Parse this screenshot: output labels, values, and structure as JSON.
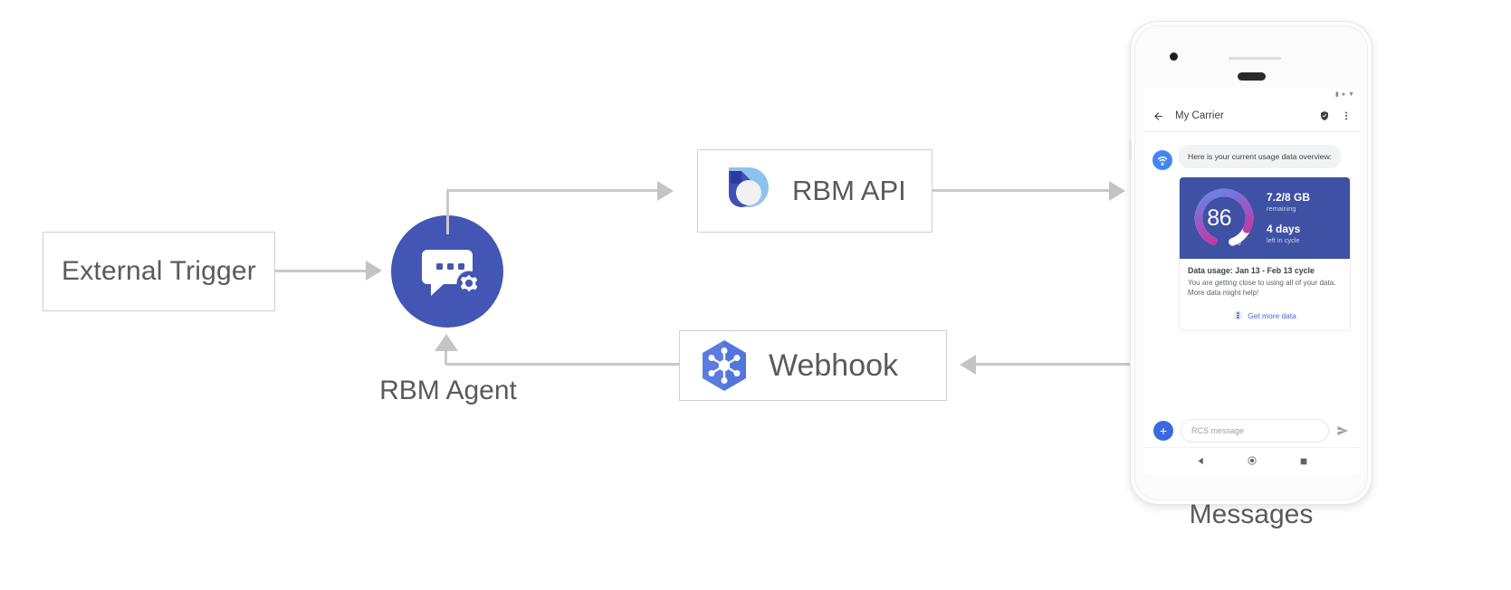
{
  "diagram": {
    "nodes": {
      "external_trigger": {
        "label": "External Trigger"
      },
      "rbm_agent": {
        "label": "RBM Agent",
        "icon": "chat-gear-icon"
      },
      "rbm_api": {
        "label": "RBM API",
        "icon": "rbm-api-icon"
      },
      "webhook": {
        "label": "Webhook",
        "icon": "webhook-hexagon-icon"
      },
      "device": {
        "label": "Messages"
      }
    },
    "colors": {
      "agent_circle": "#4356b4",
      "arrow": "#c4c4c4",
      "box_border": "#cfcfcf",
      "text": "#5a5a5a"
    }
  },
  "phone": {
    "statusbar": {
      "icons": [
        "signal-icon",
        "wifi-icon",
        "battery-icon"
      ]
    },
    "appbar": {
      "back_icon": "back-arrow-icon",
      "title": "My Carrier",
      "verified_icon": "verified-shield-icon",
      "overflow_icon": "more-vert-icon"
    },
    "conversation": {
      "bot_avatar_icon": "carrier-bot-icon",
      "message_text": "Here is your current usage data overview:",
      "card": {
        "gauge": {
          "value": "86",
          "unit": "%",
          "percent": 86,
          "track_color": "#ffffff",
          "gradient_start": "#5b8def",
          "gradient_mid": "#9b59c6",
          "gradient_end": "#e0218a"
        },
        "stats": [
          {
            "big": "7.2/8 GB",
            "small": "remaining"
          },
          {
            "big": "4 days",
            "small": "left in cycle"
          }
        ],
        "title": "Data usage: Jan 13 - Feb 13 cycle",
        "description": "You are getting close to using all of your data. More data might help!",
        "action": {
          "icon": "globe-icon",
          "label": "Get more data",
          "color": "#4267d6"
        },
        "background": "#3f51a5"
      }
    },
    "composer": {
      "plus_label": "+",
      "placeholder": "RCS message",
      "send_icon": "send-icon"
    },
    "navbar": {
      "back_icon": "nav-back-icon",
      "home_icon": "nav-home-icon",
      "recents_icon": "nav-recents-icon"
    }
  }
}
